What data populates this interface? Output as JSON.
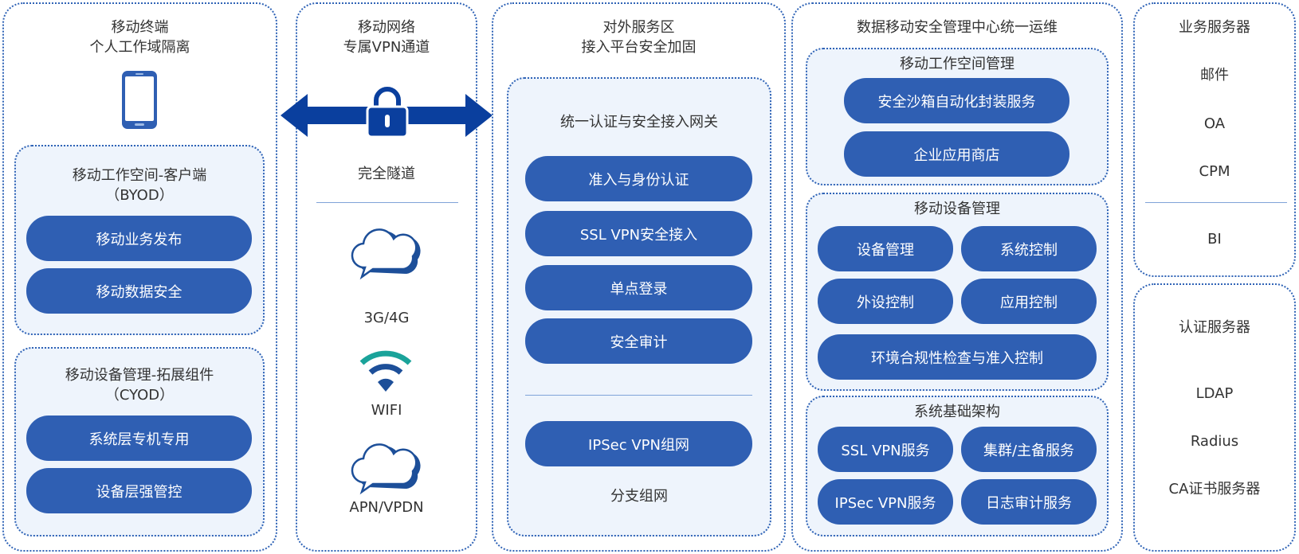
{
  "colors": {
    "accent": "#2f5fb3",
    "border": "#2f63b6",
    "panel": "#eef4fc",
    "arrow": "#0a3f9e"
  },
  "col1": {
    "title1": "移动终端",
    "title2": "个人工作域隔离",
    "icon": "phone-icon",
    "byod": {
      "title1": "移动工作空间-客户端",
      "title2": "（BYOD）",
      "items": [
        "移动业务发布",
        "移动数据安全"
      ]
    },
    "cyod": {
      "title1": "移动设备管理-拓展组件",
      "title2": "（CYOD）",
      "items": [
        "系统层专机专用",
        "设备层强管控"
      ]
    }
  },
  "col2": {
    "title1": "移动网络",
    "title2": "专属VPN通道",
    "icons": [
      "lock-icon",
      "double-arrow-icon",
      "cloud-icon",
      "wifi-icon"
    ],
    "tunnel": "完全隧道",
    "net1": "3G/4G",
    "net2": "WIFI",
    "net3": "APN/VPDN"
  },
  "col3": {
    "title1": "对外服务区",
    "title2": "接入平台安全加固",
    "gateway": "统一认证与安全接入网关",
    "items": [
      "准入与身份认证",
      "SSL VPN安全接入",
      "单点登录",
      "安全审计"
    ],
    "ipsec": "IPSec VPN组网",
    "branch": "分支组网"
  },
  "col4": {
    "title": "数据移动安全管理中心统一运维",
    "workspace": {
      "title": "移动工作空间管理",
      "items": [
        "安全沙箱自动化封装服务",
        "企业应用商店"
      ]
    },
    "device": {
      "title": "移动设备管理",
      "items": [
        "设备管理",
        "系统控制",
        "外设控制",
        "应用控制",
        "环境合规性检查与准入控制"
      ]
    },
    "infra": {
      "title": "系统基础架构",
      "items": [
        "SSL VPN服务",
        "集群/主备服务",
        "IPSec VPN服务",
        "日志审计服务"
      ]
    }
  },
  "col5": {
    "biz": {
      "title": "业务服务器",
      "items": [
        "邮件",
        "OA",
        "CPM",
        "BI"
      ]
    },
    "auth": {
      "title": "认证服务器",
      "items": [
        "LDAP",
        "Radius",
        "CA证书服务器"
      ]
    }
  }
}
